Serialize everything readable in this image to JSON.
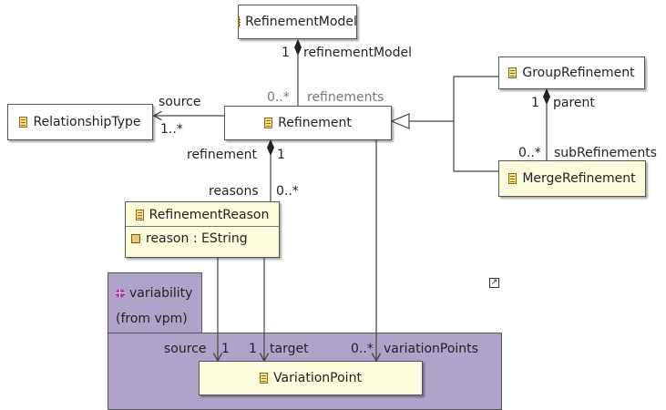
{
  "classes": {
    "refinement_model": "RefinementModel",
    "relationship_type": "RelationshipType",
    "refinement": "Refinement",
    "group_refinement": "GroupRefinement",
    "merge_refinement": "MergeRefinement",
    "refinement_reason": "RefinementReason",
    "refinement_reason_attr": "reason : EString",
    "variation_point": "VariationPoint"
  },
  "package": {
    "name": "variability",
    "from": "(from vpm)"
  },
  "labels": {
    "model_mult": "1",
    "model_role": "refinementModel",
    "refinements_mult": "0..*",
    "refinements_role": "refinements",
    "source_role": "source",
    "source_mult": "1..*",
    "parent_mult": "1",
    "parent_role": "parent",
    "sub_mult": "0..*",
    "sub_role": "subRefinements",
    "refinement_role": "refinement",
    "refinement_mult": "1",
    "reasons_role": "reasons",
    "reasons_mult": "0..*",
    "vp_source_role": "source",
    "vp_source_mult": "1",
    "vp_target_mult": "1",
    "vp_target_role": "target",
    "vp_points_mult": "0..*",
    "vp_points_role": "variationPoints"
  },
  "colors": {
    "package_fill": "#b0a3c9",
    "class_highlight_fill": "#fdfcdc",
    "line": "#444444"
  },
  "icons": [
    "class-icon",
    "attribute-icon",
    "package-icon",
    "shortcut-arrow-icon"
  ]
}
